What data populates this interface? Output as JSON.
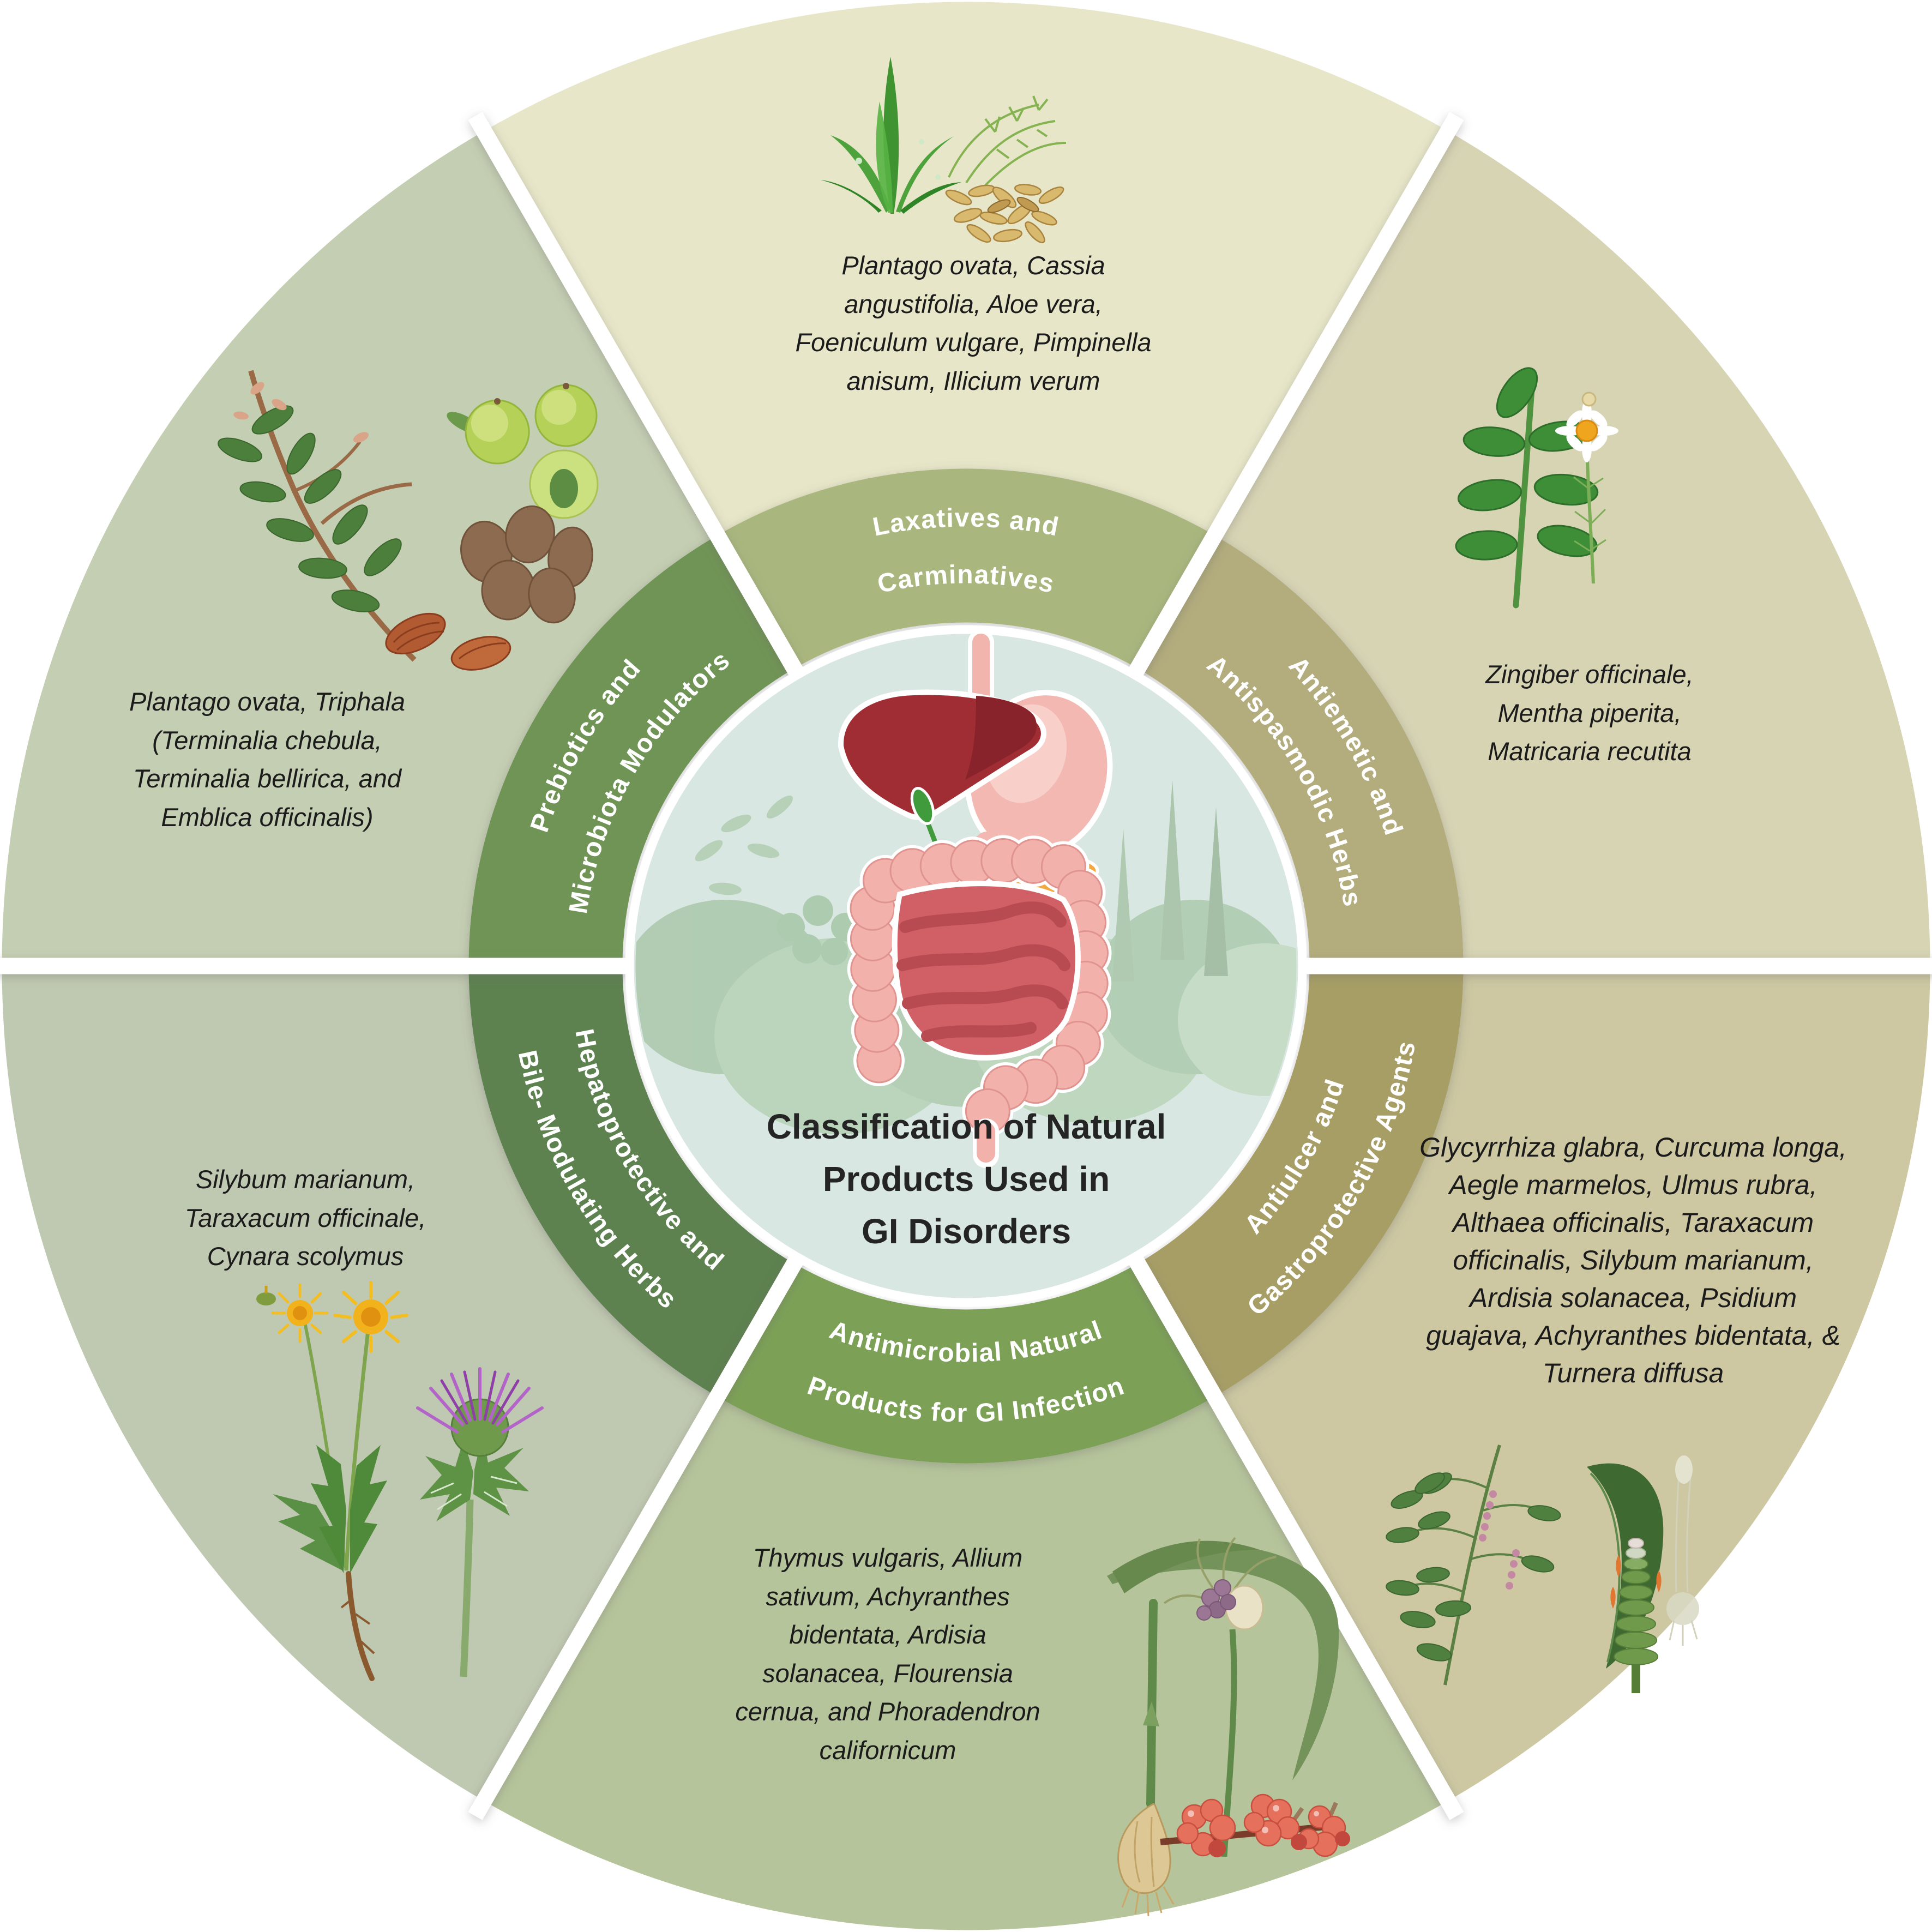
{
  "center": {
    "title_lines": [
      "Classification of Natural",
      "Products Used in",
      "GI Disorders"
    ],
    "illustration": "gi-tract-over-herbs"
  },
  "center_circle_color": "#d9e7e2",
  "divider_color": "#ffffff",
  "background_color": "#ffffff",
  "species_text_color": "#1b1b1b",
  "ring_label_text_color": "#ffffff",
  "segments": [
    {
      "name": "laxatives-and-carminatives",
      "label_line1": "Laxatives and",
      "label_line2": "Carminatives",
      "species": "Plantago ovata, Cassia angustifolia, Aloe vera, Foeniculum vulgare, Pimpinella anisum, Illicium verum",
      "wedge_color": "#e7e6c8",
      "band_color": "#a9b77e",
      "illustrations": [
        "aloe-vera",
        "fennel-seeds"
      ]
    },
    {
      "name": "antiemetic-and-antispasmodic-herbs",
      "label_line1": "Antiemetic and",
      "label_line2": "Antispasmodic Herbs",
      "species": "Zingiber officinale, Mentha piperita, Matricaria recutita",
      "wedge_color": "#d7d4b4",
      "band_color": "#b3ac7d",
      "illustrations": [
        "peppermint-sprig",
        "chamomile-flower"
      ]
    },
    {
      "name": "antiulcer-and-gastroprotective-agents",
      "label_line1": "Antiulcer and",
      "label_line2": "Gastroprotective Agents",
      "species": "Glycyrrhiza glabra, Curcuma longa, Aegle marmelos, Ulmus rubra, Althaea officinalis, Taraxacum officinalis, Silybum marianum, Ardisia solanacea, Psidium guajava, Achyranthes bidentata, & Turnera diffusa",
      "wedge_color": "#cdc8a2",
      "band_color": "#a79e66",
      "illustrations": [
        "licorice-branch",
        "turmeric-plant"
      ]
    },
    {
      "name": "antimicrobial-natural-products-for-gi-infection",
      "label_line1": "Antimicrobial Natural",
      "label_line2": "Products for GI Infection",
      "species": "Thymus vulgaris, Allium sativum, Achyranthes bidentata, Ardisia solanacea, Flourensia cernua, and Phoradendron californicum",
      "wedge_color": "#b6c49b",
      "band_color": "#7ba157",
      "illustrations": [
        "garlic-plant",
        "mistletoe-berries"
      ]
    },
    {
      "name": "hepatoprotective-and-bile-modulating-herbs",
      "label_line1": "Hepatoprotective and",
      "label_line2": "Bile- Modulating Herbs",
      "species": "Silybum marianum, Taraxacum officinale, Cynara scolymus",
      "wedge_color": "#bfc8b0",
      "band_color": "#5d8150",
      "illustrations": [
        "dandelion",
        "milk-thistle"
      ]
    },
    {
      "name": "prebiotics-and-microbiota-modulators",
      "label_line1": "Prebiotics and",
      "label_line2": "Microbiota Modulators",
      "species": "Plantago ovata, Triphala (Terminalia chebula, Terminalia bellirica, and Emblica officinalis)",
      "wedge_color": "#c4ceb2",
      "band_color": "#6f9455",
      "illustrations": [
        "triphala-branch",
        "amla-fruits",
        "myrobalan-fruits"
      ]
    }
  ]
}
